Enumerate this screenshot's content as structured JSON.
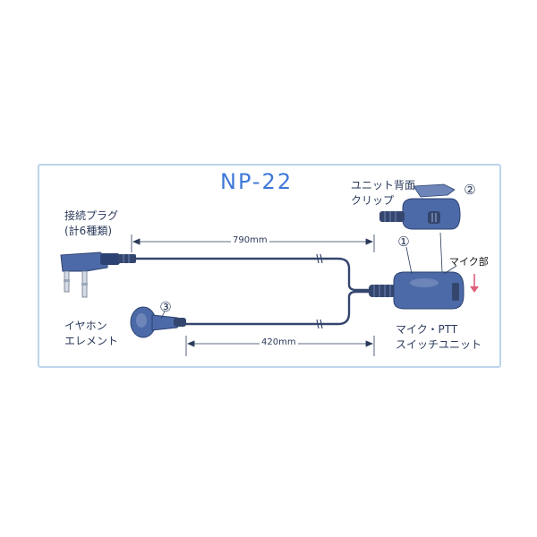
{
  "title": "NP-22",
  "labels": {
    "plug_line1": "接続プラグ",
    "plug_line2": "(計6種類)",
    "earphone_line1": "イヤホン",
    "earphone_line2": "エレメント",
    "clip_line1": "ユニット背面",
    "clip_line2": "クリップ",
    "mic_part": "マイク部",
    "ptt_line1": "マイク・PTT",
    "ptt_line2": "スイッチユニット"
  },
  "dimensions": {
    "main_cable": "790mm",
    "earphone_cable": "420mm"
  },
  "callouts": {
    "one": "①",
    "two": "②",
    "three": "③"
  },
  "colors": {
    "border": "#bcd4ec",
    "title": "#3f78d8",
    "device": "#4d6aa8",
    "device_dark": "#2c4272",
    "cable": "#34466e",
    "arrow": "#e0607a"
  }
}
